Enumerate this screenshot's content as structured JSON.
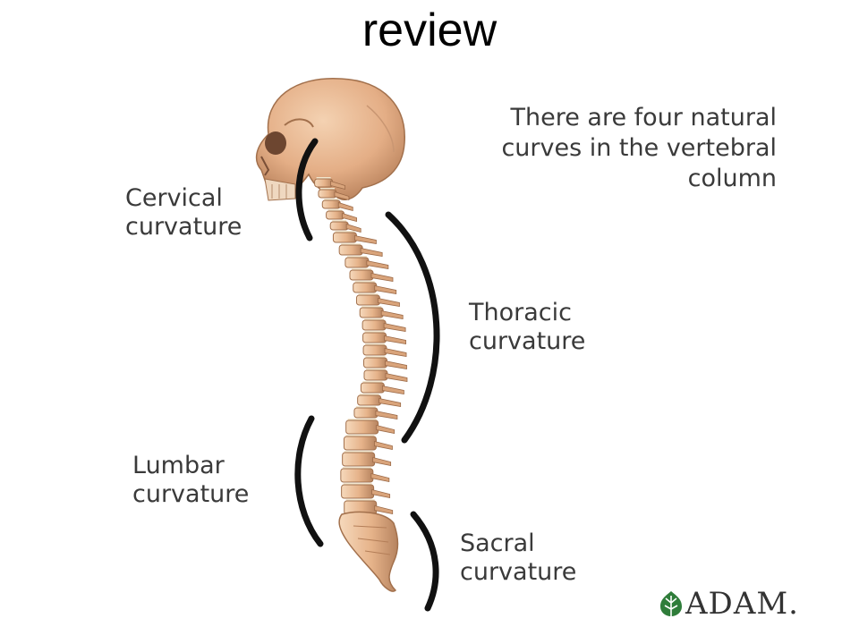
{
  "title": "review",
  "intro": {
    "line1": "There are four natural",
    "line2": "curves in the vertebral",
    "line3": "column"
  },
  "labels": {
    "cervical": {
      "line1": "Cervical",
      "line2": "curvature"
    },
    "thoracic": {
      "line1": "Thoracic",
      "line2": "curvature"
    },
    "lumbar": {
      "line1": "Lumbar",
      "line2": "curvature"
    },
    "sacral": {
      "line1": "Sacral",
      "line2": "curvature"
    }
  },
  "logo": {
    "text": "ADAM."
  },
  "colors": {
    "bone": "#e7b88f",
    "bone_shadow": "#b9825a",
    "disc": "#f3e7cf",
    "bracket": "#111111",
    "logo_leaf": "#2f7d3a"
  }
}
